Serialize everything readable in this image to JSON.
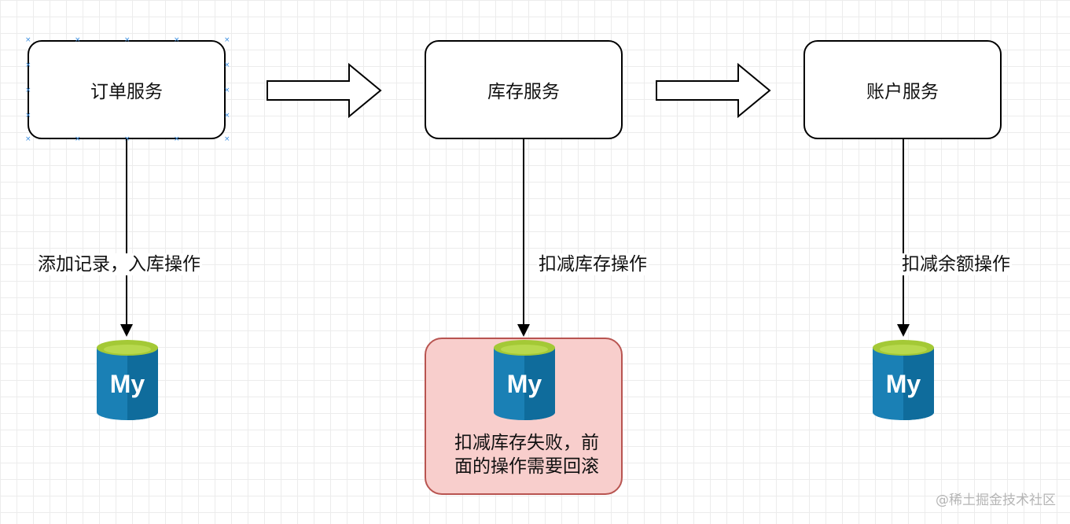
{
  "services": [
    {
      "name": "订单服务"
    },
    {
      "name": "库存服务"
    },
    {
      "name": "账户服务"
    }
  ],
  "operations": [
    {
      "label": "添加记录，入库操作"
    },
    {
      "label": "扣减库存操作"
    },
    {
      "label": "扣减余额操作"
    }
  ],
  "database": {
    "logo_text": "My",
    "icon": "mysql-database-icon",
    "top_color": "#a4c936",
    "body_color": "#1a80b5"
  },
  "failure_note": {
    "line1": "扣减库存失败，前",
    "line2": "面的操作需要回滚",
    "fill": "#f8cecc",
    "border": "#b85450"
  },
  "watermark": "@稀土掘金技术社区"
}
